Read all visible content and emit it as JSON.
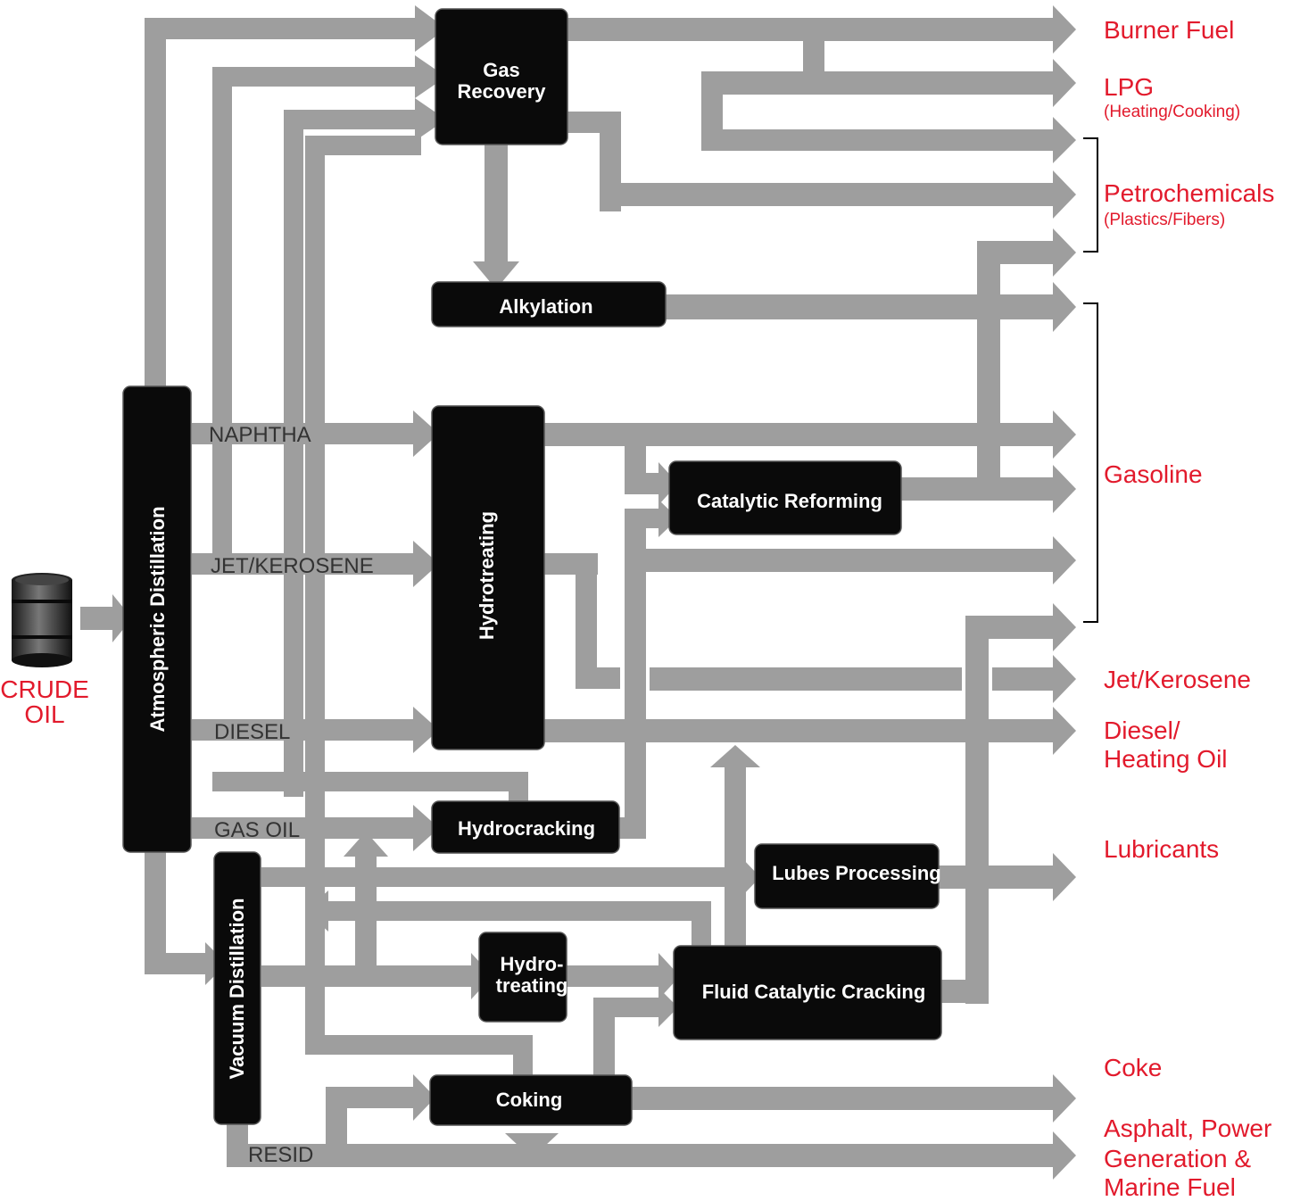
{
  "input": {
    "line1": "CRUDE",
    "line2": "OIL"
  },
  "units": {
    "atmospheric_distillation": "Atmospheric Distillation",
    "vacuum_distillation": "Vacuum Distillation",
    "gas_recovery_line1": "Gas",
    "gas_recovery_line2": "Recovery",
    "alkylation": "Alkylation",
    "hydrotreating": "Hydrotreating",
    "catalytic_reforming": "Catalytic Reforming",
    "hydrocracking": "Hydrocracking",
    "lubes_processing": "Lubes Processing",
    "hydrotreating2_line1": "Hydro-",
    "hydrotreating2_line2": "treating",
    "fluid_catalytic_cracking": "Fluid Catalytic Cracking",
    "coking": "Coking"
  },
  "streams": {
    "naphtha": "NAPHTHA",
    "jet_kerosene": "JET/KEROSENE",
    "diesel": "DIESEL",
    "gas_oil": "GAS OIL",
    "resid": "RESID"
  },
  "products": {
    "burner_fuel": "Burner Fuel",
    "lpg": "LPG",
    "lpg_sub": "(Heating/Cooking)",
    "petrochemicals": "Petrochemicals",
    "petrochemicals_sub": "(Plastics/Fibers)",
    "gasoline": "Gasoline",
    "jet_kerosene": "Jet/Kerosene",
    "diesel_line1": "Diesel/",
    "diesel_line2": "Heating Oil",
    "lubricants": "Lubricants",
    "coke": "Coke",
    "asphalt_line1": "Asphalt, Power",
    "asphalt_line2": "Generation &",
    "asphalt_line3": "Marine Fuel"
  },
  "colors": {
    "flow": "#9e9e9e",
    "box": "#0a0a0a",
    "product": "#e21a2c"
  }
}
